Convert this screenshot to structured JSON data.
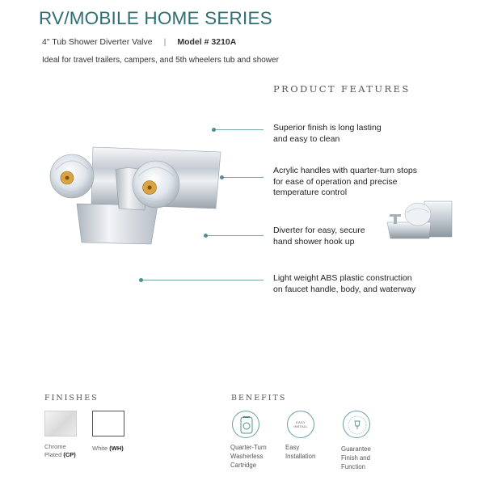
{
  "header": {
    "title": "RV/MOBILE HOME SERIES",
    "product_line": "4\" Tub Shower Diverter Valve",
    "separator": "|",
    "model": "Model # 3210A",
    "tagline": "Ideal for travel trailers, campers, and 5th wheelers tub and shower"
  },
  "features": {
    "heading": "PRODUCT FEATURES",
    "items": [
      {
        "line1": "Superior finish is long lasting",
        "line2": "and easy to clean"
      },
      {
        "line1": "Acrylic handles with quarter-turn stops",
        "line2": "for ease of operation and precise",
        "line3": "temperature control"
      },
      {
        "line1": "Diverter for easy, secure",
        "line2": "hand shower hook up"
      },
      {
        "line1": "Light weight ABS plastic construction",
        "line2": "on faucet handle, body, and waterway"
      }
    ]
  },
  "finishes": {
    "heading": "FINISHES",
    "items": [
      {
        "name": "Chrome",
        "name2": "Plated",
        "code": "(CP)",
        "color": "#e3e3e3"
      },
      {
        "name": "White",
        "code": "(WH)",
        "color": "#ffffff"
      }
    ]
  },
  "benefits": {
    "heading": "BENEFITS",
    "items": [
      {
        "line1": "Quarter-Turn",
        "line2": "Washerless",
        "line3": "Cartridge",
        "icon": "cartridge-icon"
      },
      {
        "line1": "Easy",
        "line2": "Installation",
        "badge1": "EASY",
        "badge2": "INSTALL",
        "icon": "easy-install-icon"
      },
      {
        "line1": "Guarantee",
        "line2": "Finish and",
        "line3": "Function",
        "icon": "guarantee-icon"
      }
    ]
  },
  "colors": {
    "accent": "#2f6e73",
    "leader": "#7aa9ac",
    "chrome": "#c9ced3"
  }
}
